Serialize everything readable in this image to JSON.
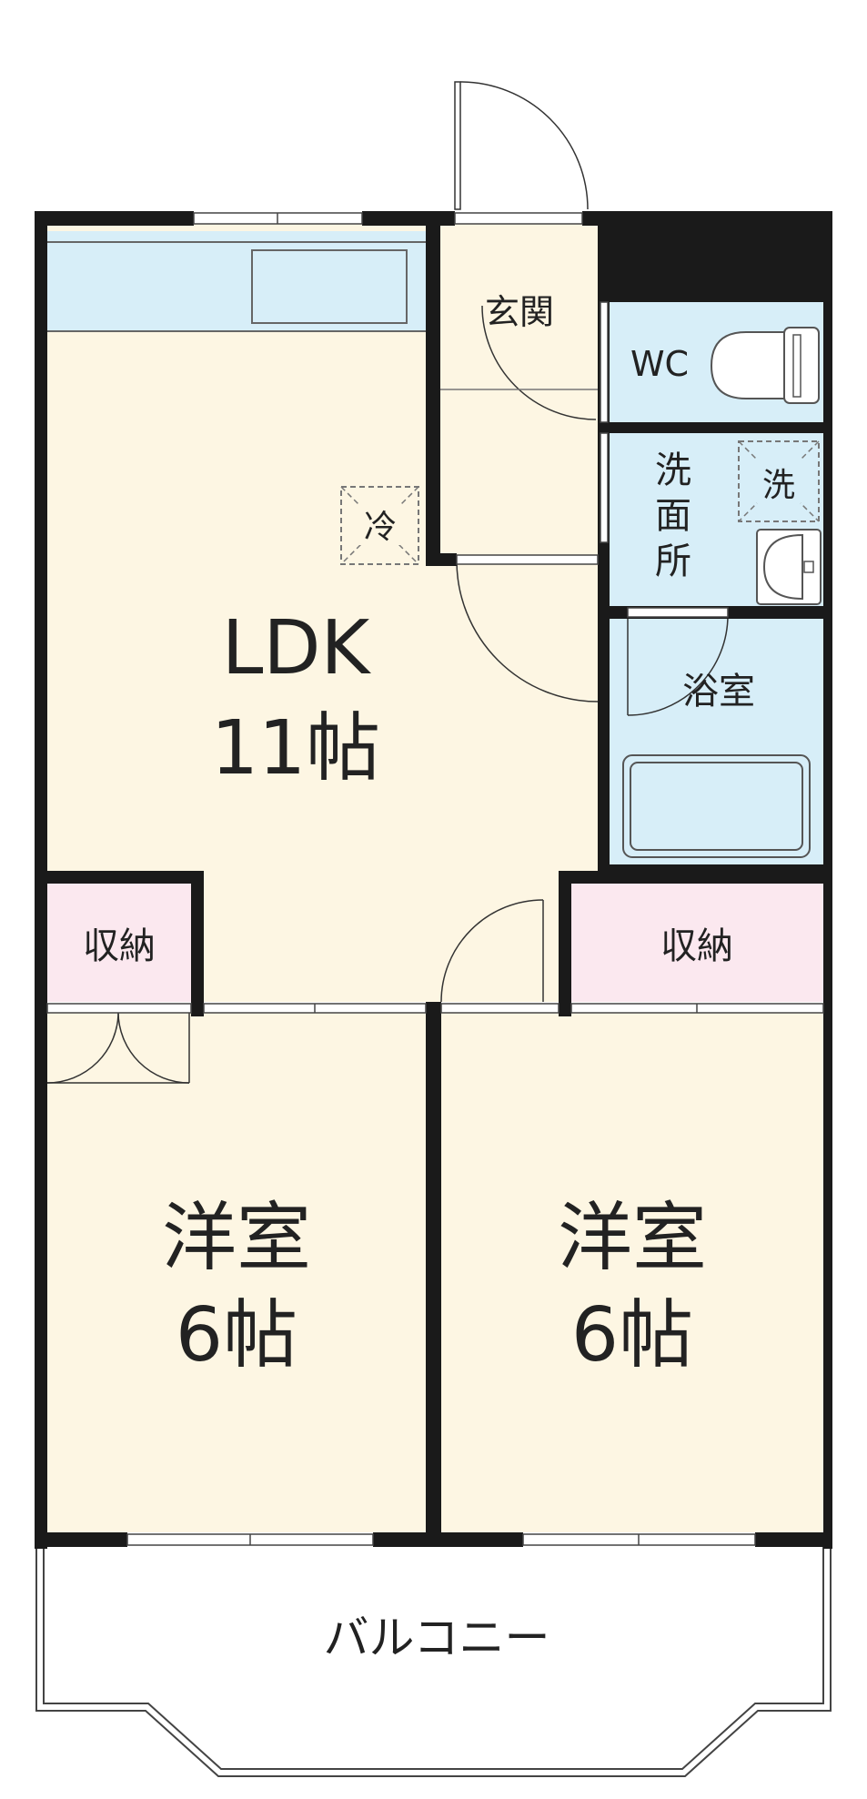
{
  "rooms": {
    "ldk": {
      "name": "LDK",
      "size": "11帖"
    },
    "western_left": {
      "name": "洋室",
      "size": "6帖"
    },
    "western_right": {
      "name": "洋室",
      "size": "6帖"
    },
    "entrance": {
      "name": "玄関"
    },
    "toilet": {
      "name": "WC"
    },
    "washroom": {
      "name_lines": [
        "洗",
        "面",
        "所"
      ]
    },
    "bathroom": {
      "name": "浴室"
    },
    "storage_left": {
      "name": "収納"
    },
    "storage_right": {
      "name": "収納"
    },
    "balcony": {
      "name": "バルコニー"
    }
  },
  "fixtures": {
    "fridge": "冷",
    "washer": "洗"
  },
  "colors": {
    "wall": "#1a1a1a",
    "floor_wood": "#fdf6e3",
    "wet_area": "#d7eef8",
    "storage": "#fbe8ef",
    "balcony": "#ffffff"
  }
}
